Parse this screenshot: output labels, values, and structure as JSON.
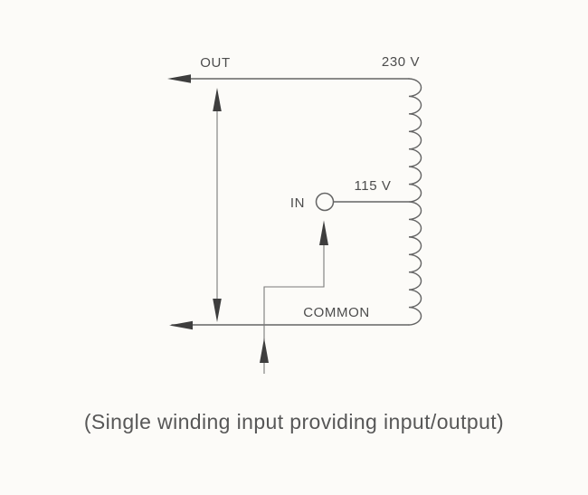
{
  "diagram": {
    "title": "autotransformer-single-winding",
    "labels": {
      "out": "OUT",
      "full_voltage": "230 V",
      "tap_voltage": "115 V",
      "input": "IN",
      "common": "COMMON"
    },
    "caption": "(Single winding input providing input/output)",
    "winding": {
      "loop_count": 14,
      "tap_position": "center"
    }
  },
  "colors": {
    "paper": "#fcfbf8",
    "wire": "#646464",
    "thin": "#7a7a7a",
    "arrow": "#3e3e3e",
    "ink": "#4c4c4c",
    "caption-ink": "#575757"
  }
}
